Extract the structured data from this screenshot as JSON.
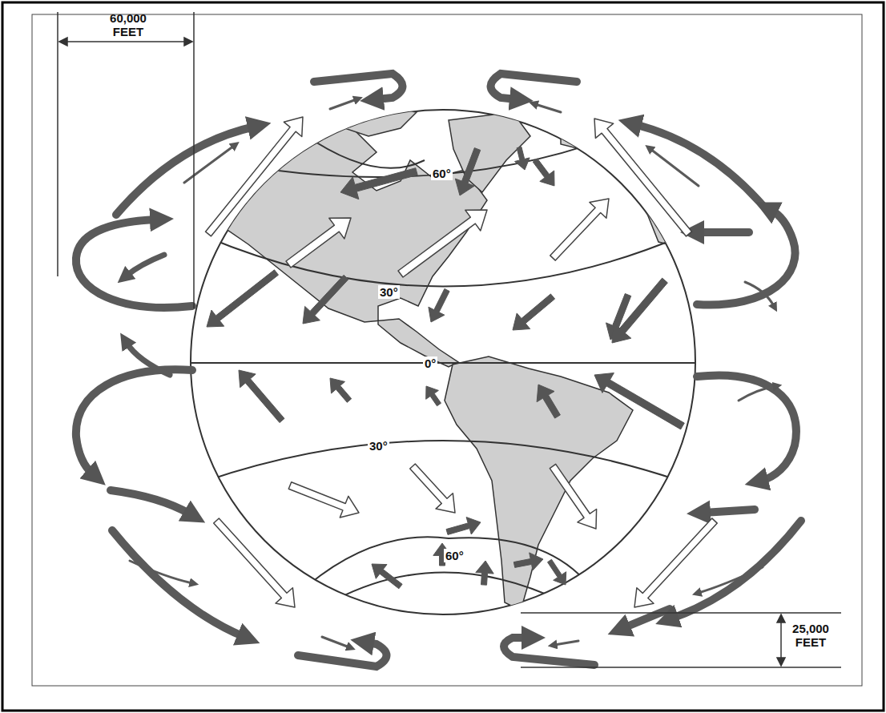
{
  "diagram": {
    "labels": [
      "60,000 FEET",
      "60°",
      "30°",
      "0°",
      "30°",
      "60°",
      "25,000 FEET"
    ]
  }
}
